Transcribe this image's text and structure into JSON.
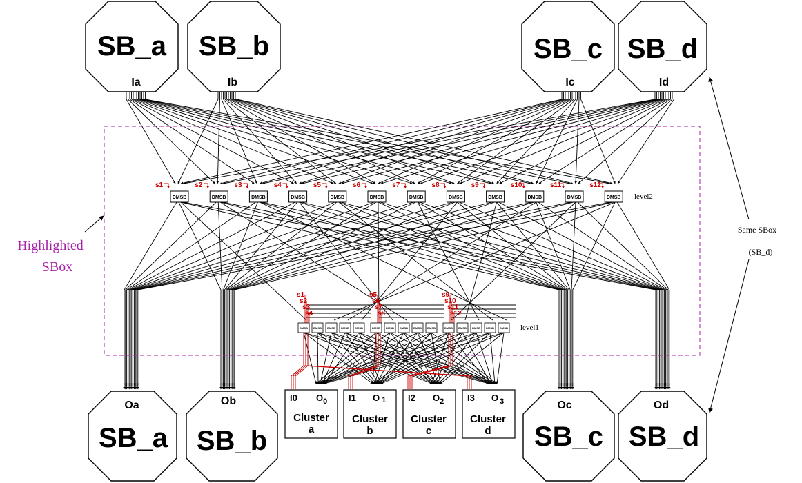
{
  "colors": {
    "select_lines": "#cc0000",
    "highlight": "#aa22aa",
    "lines": "#000000"
  },
  "top_switchboxes": [
    {
      "name": "SB_a",
      "port": "Ia"
    },
    {
      "name": "SB_b",
      "port": "Ib"
    },
    {
      "name": "SB_c",
      "port": "Ic"
    },
    {
      "name": "SB_d",
      "port": "Id"
    }
  ],
  "bottom_switchboxes": [
    {
      "name": "SB_a",
      "port": "Oa"
    },
    {
      "name": "SB_b",
      "port": "Ob"
    },
    {
      "name": "SB_c",
      "port": "Oc"
    },
    {
      "name": "SB_d",
      "port": "Od"
    }
  ],
  "level2": {
    "label": "level2",
    "block_label": "DMSB",
    "selects": [
      "s1",
      "s2",
      "s3",
      "s4",
      "s5",
      "s6",
      "s7",
      "s8",
      "s9",
      "s10",
      "s11",
      "s12"
    ]
  },
  "level1": {
    "label": "level1",
    "block_label": "DMSB",
    "groups": [
      {
        "selects": [
          "s1",
          "s2",
          "s3",
          "s4"
        ]
      },
      {
        "selects": [
          "s5",
          "s6",
          "s7",
          "s8"
        ]
      },
      {
        "selects": [
          "s9",
          "s10",
          "s11",
          "s12"
        ]
      }
    ]
  },
  "clusters": [
    {
      "input": "I0",
      "output_main": "O",
      "output_sub": "0",
      "title": "Cluster",
      "letter": "a"
    },
    {
      "input": "I1",
      "output_main": "O",
      "output_sub": "1",
      "title": "Cluster",
      "letter": "b"
    },
    {
      "input": "I2",
      "output_main": "O",
      "output_sub": "2",
      "title": "Cluster",
      "letter": "c"
    },
    {
      "input": "I3",
      "output_main": "O",
      "output_sub": "3",
      "title": "Cluster",
      "letter": "d"
    }
  ],
  "annotations": {
    "highlight_line1": "Highlighted",
    "highlight_line2": "SBox",
    "same_line1": "Same SBox",
    "same_line2": "(SB_d)"
  }
}
